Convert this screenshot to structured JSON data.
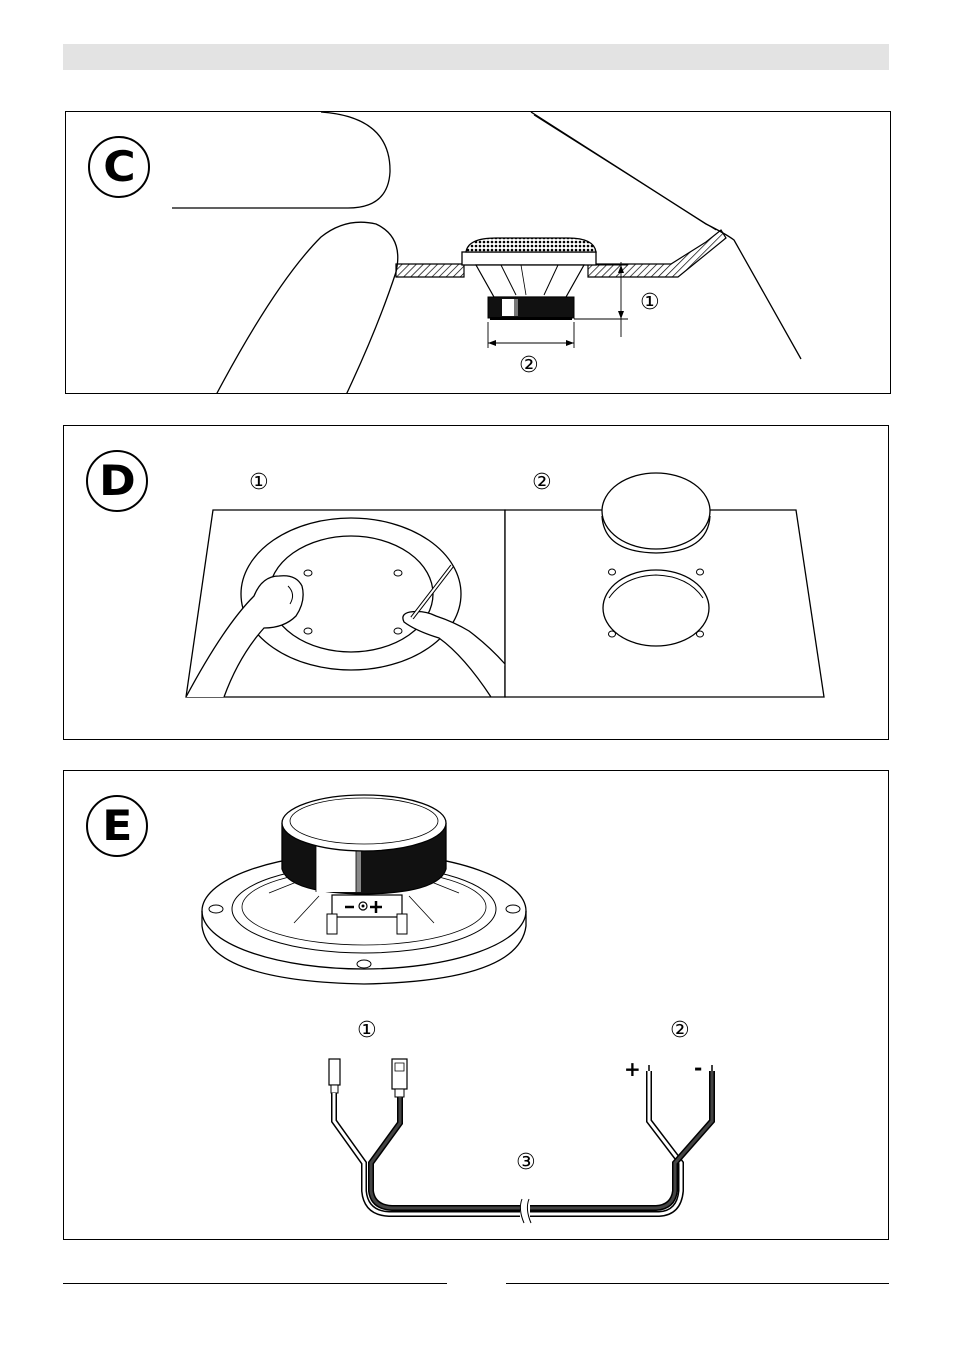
{
  "panels": {
    "c": {
      "letter": "C",
      "callouts": [
        "①",
        "②"
      ]
    },
    "d": {
      "letter": "D",
      "callouts": [
        "①",
        "②"
      ]
    },
    "e": {
      "letter": "E",
      "callouts": [
        "①",
        "②",
        "③"
      ],
      "polarity_plus": "+",
      "polarity_minus": "-"
    }
  },
  "icons": [
    "speaker-cross-section-icon",
    "hands-tracing-template-icon",
    "cut-out-disc-icon",
    "speaker-terminal-icon",
    "speaker-cable-icon"
  ]
}
